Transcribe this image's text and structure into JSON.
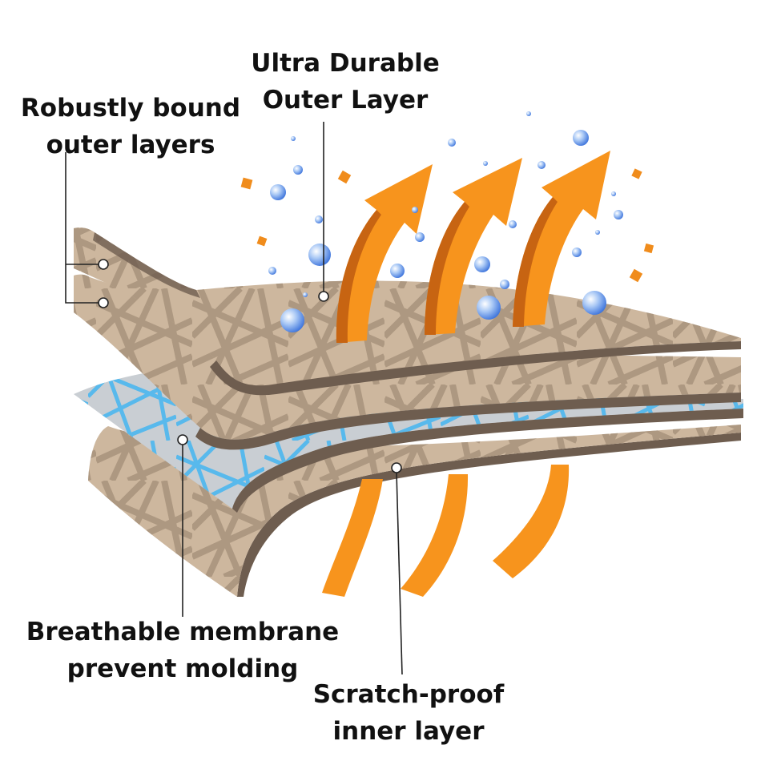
{
  "diagram": {
    "labels": {
      "robust": [
        "Robustly bound",
        "outer layers"
      ],
      "outer": [
        "Ultra Durable",
        "Outer Layer"
      ],
      "membrane": [
        "Breathable membrane",
        "prevent molding"
      ],
      "scratch": [
        "Scratch-proof",
        "inner layer"
      ]
    },
    "icons": {
      "arrow": "upward-heat-arrow-icon",
      "bubble": "moisture-bubble-icon",
      "particle": "dust-particle-icon"
    },
    "colors": {
      "layer": "#cdb79e",
      "layer_edge": "#6e5d4f",
      "fiber": "#a28d76",
      "membrane": "#c9ced3",
      "membrane_fiber": "#58b9ec",
      "arrow": "#f7941d",
      "arrow_shade": "#c76412",
      "bubble": "#3d74dc",
      "particle": "#f08c1c",
      "callout": "#222222"
    }
  }
}
